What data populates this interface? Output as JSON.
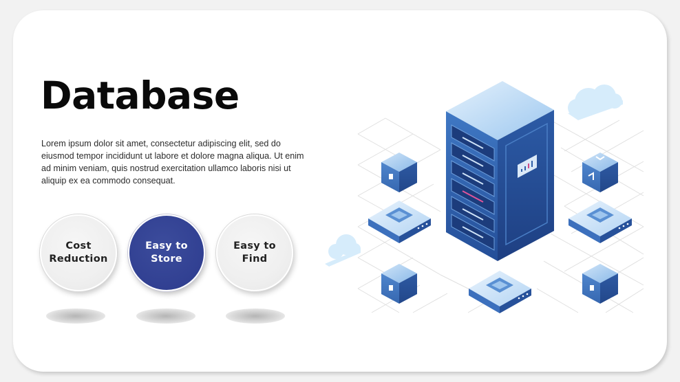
{
  "slide": {
    "title": "Database",
    "description": "Lorem ipsum dolor sit amet, consectetur adipiscing elit, sed do eiusmod tempor incididunt ut labore et dolore magna aliqua. Ut enim ad minim veniam, quis nostrud exercitation ullamco laboris nisi ut aliquip ex ea commodo consequat."
  },
  "features": [
    {
      "label": "Cost\nReduction",
      "style": "light"
    },
    {
      "label": "Easy to\nStore",
      "style": "dark"
    },
    {
      "label": "Easy to\nFind",
      "style": "light"
    }
  ],
  "colors": {
    "accent": "#314092",
    "server_blue": "#2f5fa8",
    "cloud": "#d6ecfb"
  },
  "illustration": {
    "icon": "database-server-icon"
  }
}
